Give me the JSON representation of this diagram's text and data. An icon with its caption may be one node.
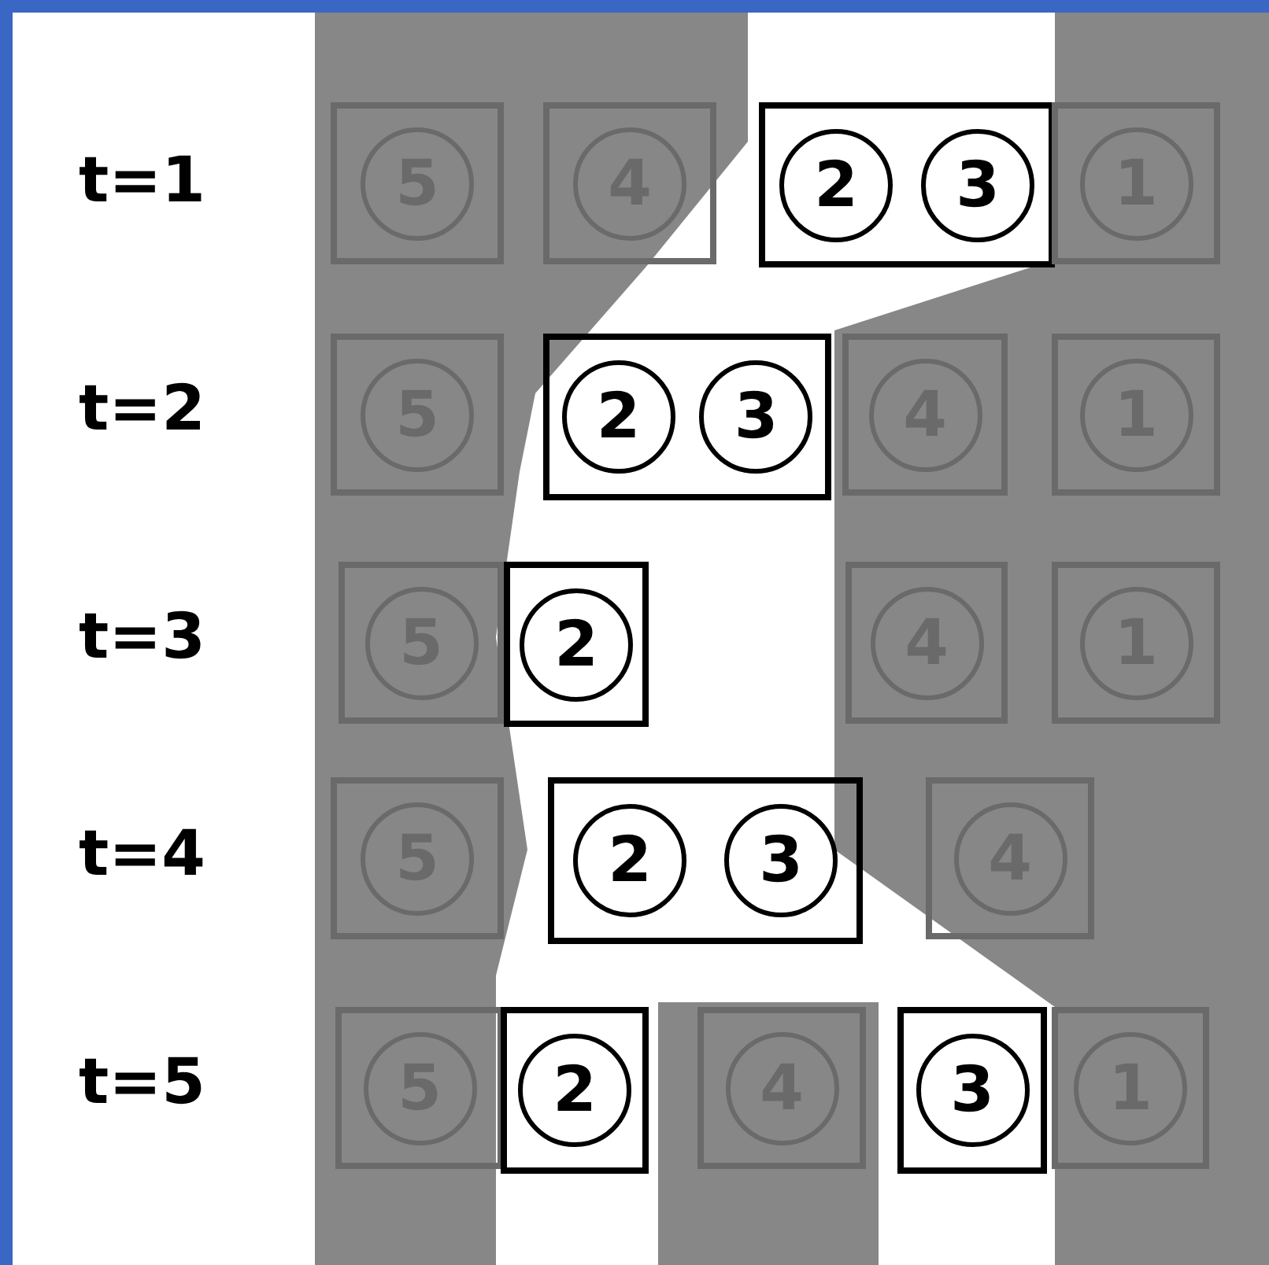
{
  "diagram": {
    "nodes": [
      {
        "text": [],
        "shape": "box"
      },
      {
        "text": [
          "5"
        ],
        "in": 0
      },
      {
        "text": [],
        "shape": "box"
      },
      {
        "text": [
          "4"
        ],
        "in": 2
      },
      {
        "text": [],
        "shape": "box"
      },
      {
        "text": [
          "2"
        ],
        "in": 4
      },
      {
        "text": [
          "3"
        ],
        "in": 4
      },
      {
        "text": [],
        "shape": "box"
      },
      {
        "text": [
          "1"
        ],
        "in": 7
      },
      {
        "text": [],
        "shape": "box"
      },
      {
        "text": [
          "5"
        ],
        "in": 9
      },
      {
        "text": [],
        "shape": "box"
      },
      {
        "text": [
          "2"
        ],
        "in": 11
      },
      {
        "text": [
          "3"
        ],
        "in": 11
      },
      {
        "text": [],
        "shape": "box"
      },
      {
        "text": [
          "4"
        ],
        "in": 14
      },
      {
        "text": [],
        "shape": "box"
      },
      {
        "text": [
          "1"
        ],
        "in": 16
      },
      {
        "text": [],
        "shape": "box"
      },
      {
        "text": [
          "5"
        ],
        "in": 18
      },
      {
        "text": [],
        "shape": "box"
      },
      {
        "text": [
          "2"
        ],
        "in": 20
      },
      {
        "text": [],
        "shape": "box"
      },
      {
        "text": [
          "4"
        ],
        "in": 22
      },
      {
        "text": [],
        "shape": "box"
      },
      {
        "text": [
          "1"
        ],
        "in": 24
      },
      {
        "text": [],
        "shape": "box"
      },
      {
        "text": [
          "5"
        ],
        "in": 26
      },
      {
        "text": [],
        "shape": "box"
      },
      {
        "text": [
          "2"
        ],
        "in": 28
      },
      {
        "text": [
          "3"
        ],
        "in": 28
      },
      {
        "text": [],
        "shape": "box"
      },
      {
        "text": [
          "4"
        ],
        "in": 31
      },
      {
        "text": [],
        "shape": "box"
      },
      {
        "text": [
          "5"
        ],
        "in": 33
      },
      {
        "text": [],
        "shape": "box"
      },
      {
        "text": [
          "2"
        ],
        "in": 35
      },
      {
        "text": [],
        "shape": "box"
      },
      {
        "text": [
          "4"
        ],
        "in": 37
      },
      {
        "text": [],
        "shape": "box"
      },
      {
        "text": [
          "3"
        ],
        "in": 39
      },
      {
        "text": [],
        "shape": "box"
      },
      {
        "text": [
          "1"
        ],
        "in": 41
      }
    ],
    "labels": [
      "t=1",
      "t=2",
      "t=3",
      "t=4",
      "t=5"
    ]
  }
}
